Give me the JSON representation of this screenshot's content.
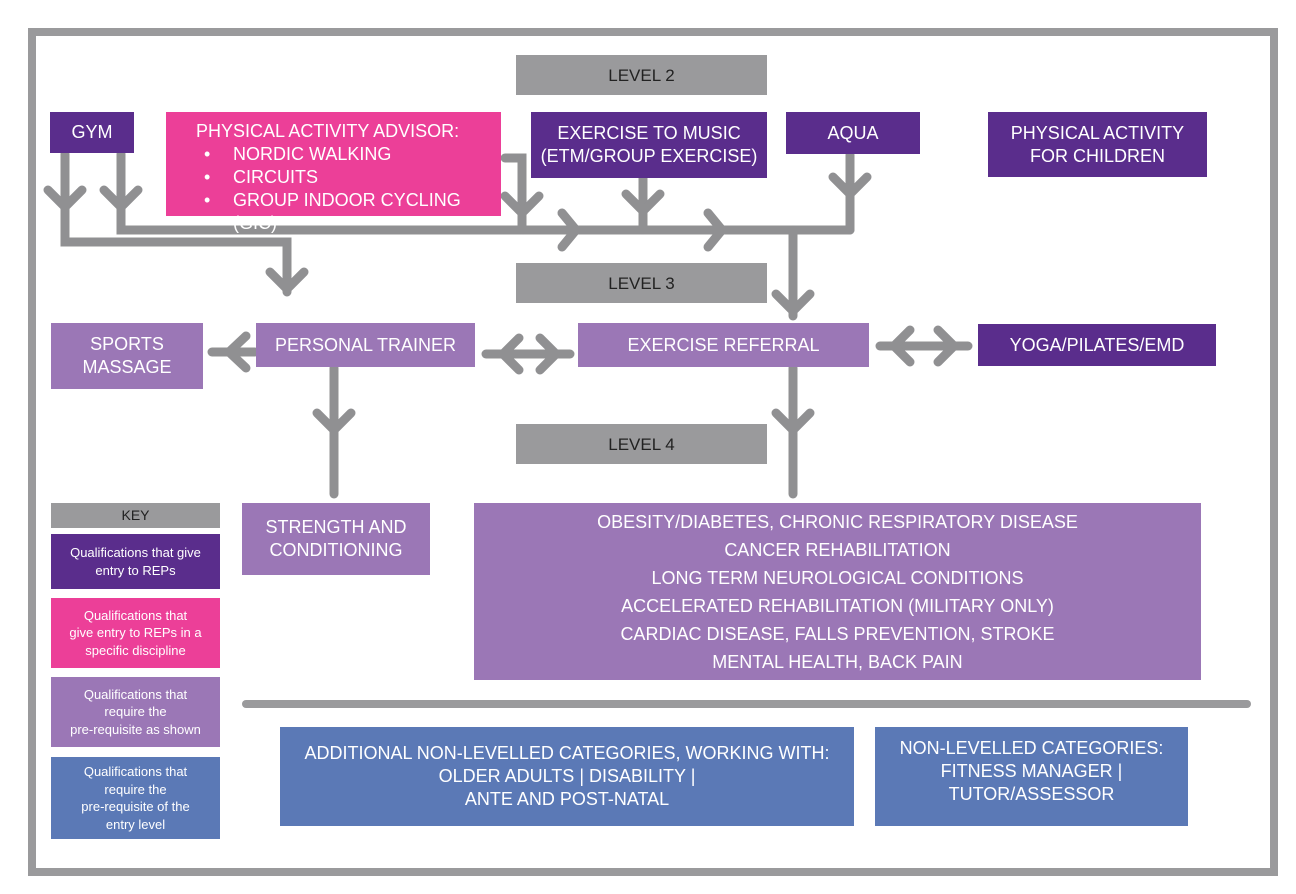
{
  "levels": {
    "level2": "LEVEL 2",
    "level3": "LEVEL 3",
    "level4": "LEVEL 4"
  },
  "level2_quals": {
    "gym": "GYM",
    "pa_advisor_title": "PHYSICAL ACTIVITY ADVISOR:",
    "pa_advisor_items": [
      "NORDIC WALKING",
      "CIRCUITS",
      "GROUP INDOOR CYCLING (GIC)"
    ],
    "etm_line1": "EXERCISE TO MUSIC",
    "etm_line2": "(ETM/GROUP EXERCISE)",
    "aqua": "AQUA",
    "pa_children_line1": "PHYSICAL ACTIVITY",
    "pa_children_line2": "FOR CHILDREN"
  },
  "level3_quals": {
    "sports_massage_line1": "SPORTS",
    "sports_massage_line2": "MASSAGE",
    "personal_trainer": "PERSONAL TRAINER",
    "exercise_referral": "EXERCISE REFERRAL",
    "yoga": "YOGA/PILATES/EMD"
  },
  "level4_quals": {
    "strength_line1": "STRENGTH AND",
    "strength_line2": "CONDITIONING",
    "specialisms": [
      "OBESITY/DIABETES, CHRONIC RESPIRATORY DISEASE",
      "CANCER REHABILITATION",
      "LONG TERM NEUROLOGICAL CONDITIONS",
      "ACCELERATED REHABILITATION (MILITARY ONLY)",
      "CARDIAC DISEASE, FALLS PREVENTION, STROKE",
      "MENTAL HEALTH, BACK PAIN"
    ]
  },
  "key": {
    "title": "KEY",
    "entry": [
      "Qualifications that give",
      "entry to REPs"
    ],
    "discipline": [
      "Qualifications that",
      "give entry to REPs in a",
      "specific discipline"
    ],
    "prereq_shown": [
      "Qualifications that",
      "require the",
      "pre-requisite as shown"
    ],
    "prereq_entry": [
      "Qualifications that",
      "require the",
      "pre-requisite of the",
      "entry level"
    ]
  },
  "non_levelled": {
    "additional_line1": "ADDITIONAL NON-LEVELLED CATEGORIES, WORKING WITH:",
    "additional_line2": "OLDER ADULTS | DISABILITY |",
    "additional_line3": "ANTE AND POST-NATAL",
    "categories_line1": "NON-LEVELLED CATEGORIES:",
    "categories_line2": "FITNESS MANAGER |",
    "categories_line3": "TUTOR/ASSESSOR"
  },
  "colors": {
    "frame_grey": "#9a9a9c",
    "entry_purple": "#5a2d8c",
    "discipline_pink": "#ec3f98",
    "prereq_lilac": "#9b77b6",
    "entry_level_blue": "#5b79b6",
    "arrow_grey": "#909092"
  }
}
